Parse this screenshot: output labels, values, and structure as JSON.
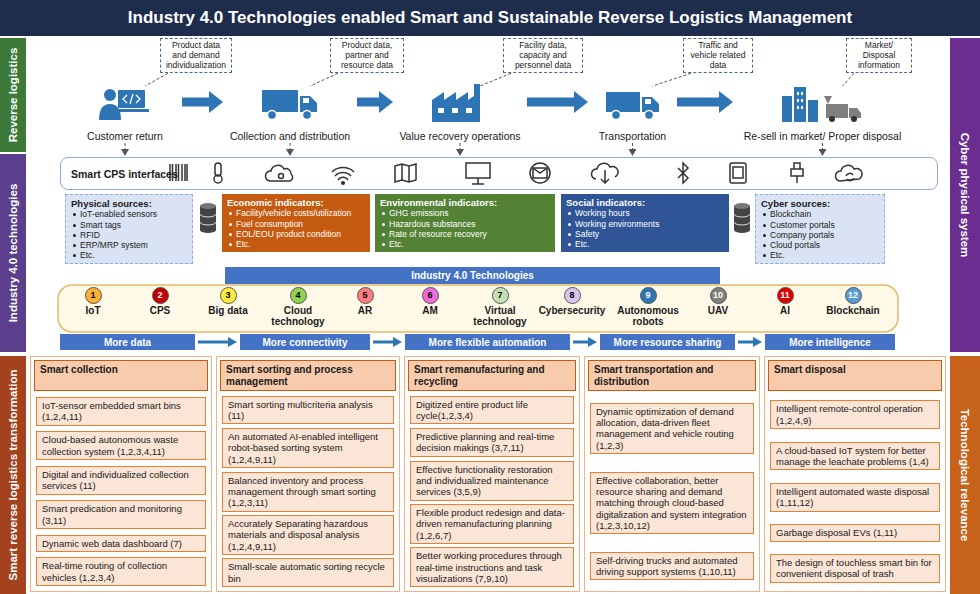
{
  "diagram": {
    "title": "Industry 4.0 Technologies enabled Smart and Sustainable Reverse Logistics Management",
    "nodes": [
      {
        "text": [
          "Reverse logistics"
        ]
      },
      {
        "text": [
          "Industry 4.0 technologies"
        ]
      },
      {
        "text": [
          "Smart reverse logistics transformation"
        ]
      },
      {
        "text": [
          "Cyber physical system"
        ]
      },
      {
        "text": [
          "Technological relevance"
        ]
      },
      {
        "text": [
          "Customer return"
        ]
      },
      {
        "text": [
          "Collection and distribution"
        ]
      },
      {
        "text": [
          "Value recovery operations"
        ]
      },
      {
        "text": [
          "Transportation"
        ]
      },
      {
        "text": [
          "Re-sell in market/ Proper disposal"
        ]
      },
      {
        "text": [
          "Product data and demand individualization"
        ]
      },
      {
        "text": [
          "Product data, partner and resource data"
        ]
      },
      {
        "text": [
          "Facility data, capacity and personnel data"
        ]
      },
      {
        "text": [
          "Traffic and vehicle related data"
        ]
      },
      {
        "text": [
          "Market/ Disposal information"
        ]
      },
      {
        "text": [
          "Smart CPS interfaces"
        ]
      },
      {
        "text": [
          "Physical sources:",
          "IoT-enabled sensors",
          "Smart tags",
          "RFID",
          "ERP/MRP system",
          "Etc."
        ]
      },
      {
        "text": [
          "Economic indicators:",
          "Facility/vehicle costs/utilization",
          "Fuel consumption",
          "EOL/EOU product condition",
          "Etc."
        ]
      },
      {
        "text": [
          "Environmental indicators:",
          "GHG emissions",
          "Hazardous substances",
          "Rate of resource recovery",
          "Etc."
        ]
      },
      {
        "text": [
          "Social indicators:",
          "Working hours",
          "Working environments",
          "Safety",
          "Etc."
        ]
      },
      {
        "text": [
          "Cyber sources:",
          "Blockchain",
          "Customer portals",
          "Company portals",
          "Cloud portals",
          "Etc."
        ]
      },
      {
        "text": [
          "Industry 4.0 Technologies"
        ]
      },
      {
        "text": [
          "1",
          "IoT"
        ]
      },
      {
        "text": [
          "2",
          "CPS"
        ]
      },
      {
        "text": [
          "3",
          "Big data"
        ]
      },
      {
        "text": [
          "4",
          "Cloud technology"
        ]
      },
      {
        "text": [
          "5",
          "AR"
        ]
      },
      {
        "text": [
          "6",
          "AM"
        ]
      },
      {
        "text": [
          "7",
          "Virtual technology"
        ]
      },
      {
        "text": [
          "8",
          "Cybersecurity"
        ]
      },
      {
        "text": [
          "9",
          "Autonomous robots"
        ]
      },
      {
        "text": [
          "10",
          "UAV"
        ]
      },
      {
        "text": [
          "11",
          "AI"
        ]
      },
      {
        "text": [
          "12",
          "Blockchain"
        ]
      },
      {
        "text": [
          "More data"
        ]
      },
      {
        "text": [
          "More connectivity"
        ]
      },
      {
        "text": [
          "More flexible automation"
        ]
      },
      {
        "text": [
          "More resource sharing"
        ]
      },
      {
        "text": [
          "More intelligence"
        ]
      },
      {
        "text": [
          "Smart collection"
        ]
      },
      {
        "text": [
          "IoT-sensor embedded smart bins (1,2,4,11)"
        ],
        "in": 39
      },
      {
        "text": [
          "Cloud-based autonomous waste collection system (1,2,3,4,11)"
        ],
        "in": 39
      },
      {
        "text": [
          "Digital and individualized collection services (11)"
        ],
        "in": 39
      },
      {
        "text": [
          "Smart predication and monitoring (3,11)"
        ],
        "in": 39
      },
      {
        "text": [
          "Dynamic web data dashboard (7)"
        ],
        "in": 39
      },
      {
        "text": [
          "Real-time routing of collection vehicles (1,2,3,4)"
        ],
        "in": 39
      },
      {
        "text": [
          "Smart sorting and process management"
        ]
      },
      {
        "text": [
          "Smart sorting multicriteria analysis (11)"
        ],
        "in": 46
      },
      {
        "text": [
          "An automated AI-enabled intelligent robot-based sorting system (1,2,4,9,11)"
        ],
        "in": 46
      },
      {
        "text": [
          "Balanced inventory and process management through smart sorting (1,2,3,11)"
        ],
        "in": 46
      },
      {
        "text": [
          "Accurately Separating hazardous materials and disposal analysis (1,2,4,9,11)"
        ],
        "in": 46
      },
      {
        "text": [
          "Small-scale automatic sorting recycle bin"
        ],
        "in": 46
      },
      {
        "text": [
          "Smart remanufacturing and recycling"
        ]
      },
      {
        "text": [
          "Digitized entire product life cycle(1,2,3,4)"
        ],
        "in": 52
      },
      {
        "text": [
          "Predictive planning and real-time decision makings (3,7,11)"
        ],
        "in": 52
      },
      {
        "text": [
          "Effective functionality restoration and individualized maintenance services (3,5,9)"
        ],
        "in": 52
      },
      {
        "text": [
          "Flexible product redesign and data-driven remanufacturing planning (1,2,6,7)"
        ],
        "in": 52
      },
      {
        "text": [
          "Better working procedures through real-time instructions and task visualizations (7,9,10)"
        ],
        "in": 52
      },
      {
        "text": [
          "Smart transportation and distribution"
        ]
      },
      {
        "text": [
          "Dynamic optimization of demand allocation, data-driven fleet management and vehicle routing (1,2,3)"
        ],
        "in": 58
      },
      {
        "text": [
          "Effective collaboration, better resource sharing and demand matching through cloud-based digitalization and system integration (1,2,3,10,12)"
        ],
        "in": 58
      },
      {
        "text": [
          "Self-driving trucks and automated driving support systems (1,10,11)"
        ],
        "in": 58
      },
      {
        "text": [
          "Smart disposal"
        ]
      },
      {
        "text": [
          "Intelligent remote-control operation (1,2,4,9)"
        ],
        "in": 62
      },
      {
        "text": [
          "A cloud-based IoT system for better manage the leachate problems (1,4)"
        ],
        "in": 62
      },
      {
        "text": [
          "Intelligent automated waste disposal (1,11,12)"
        ],
        "in": 62
      },
      {
        "text": [
          "Garbage disposal EVs (1,11)"
        ],
        "in": 62
      },
      {
        "text": [
          "The design of touchless smart bin for convenient disposal of trash"
        ],
        "in": 62
      }
    ],
    "edges": [
      {
        "from": 5,
        "to": 6,
        "arrow": "to"
      },
      {
        "from": 6,
        "to": 7,
        "arrow": "to"
      },
      {
        "from": 7,
        "to": 8,
        "arrow": "to"
      },
      {
        "from": 8,
        "to": 9,
        "arrow": "to"
      },
      {
        "from": 10,
        "to": 5,
        "arrow": "none"
      },
      {
        "from": 11,
        "to": 6,
        "arrow": "none"
      },
      {
        "from": 12,
        "to": 7,
        "arrow": "none"
      },
      {
        "from": 13,
        "to": 8,
        "arrow": "none"
      },
      {
        "from": 14,
        "to": 9,
        "arrow": "none"
      },
      {
        "from": 5,
        "to": 15,
        "arrow": "to"
      },
      {
        "from": 6,
        "to": 15,
        "arrow": "to"
      },
      {
        "from": 7,
        "to": 15,
        "arrow": "to"
      },
      {
        "from": 8,
        "to": 15,
        "arrow": "to"
      },
      {
        "from": 9,
        "to": 15,
        "arrow": "to"
      },
      {
        "from": 34,
        "to": 35,
        "arrow": "to"
      },
      {
        "from": 35,
        "to": 36,
        "arrow": "to"
      },
      {
        "from": 36,
        "to": 37,
        "arrow": "to"
      },
      {
        "from": 37,
        "to": 38,
        "arrow": "to"
      }
    ]
  }
}
